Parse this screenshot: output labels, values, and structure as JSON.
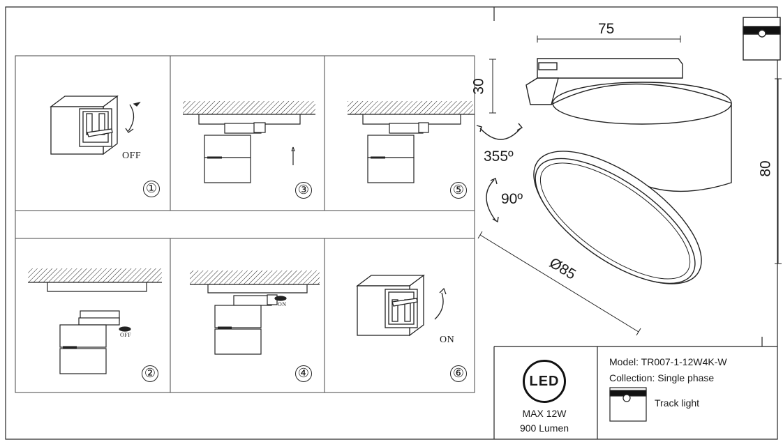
{
  "dimensions": {
    "width": "75",
    "height_mount": "30",
    "height_total": "80",
    "diameter": "Ø85"
  },
  "rotation": {
    "horizontal": "355º",
    "vertical": "90º"
  },
  "steps": [
    "①",
    "②",
    "③",
    "④",
    "⑤",
    "⑥"
  ],
  "switch_states": {
    "off": "OFF",
    "on": "ON"
  },
  "small_labels": {
    "off": "OFF",
    "on": "ON"
  },
  "spec": {
    "led_logo": "LED",
    "max_power": "MAX 12W",
    "lumen": "900 Lumen",
    "model": "Model: TR007-1-12W4K-W",
    "collection": "Collection: Single phase",
    "type": "Track light"
  }
}
